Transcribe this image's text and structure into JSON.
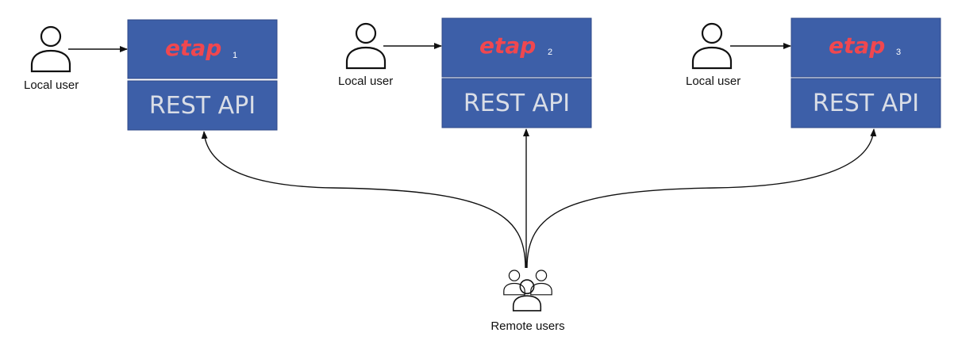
{
  "colors": {
    "box_fill": "#3d5fa8",
    "brand": "#f0474f",
    "api_text": "#d9dde6",
    "line": "#111111"
  },
  "nodes": [
    {
      "brand": "etap",
      "index": "1",
      "api_label": "REST API",
      "user_label": "Local user",
      "user_icon": "person-icon"
    },
    {
      "brand": "etap",
      "index": "2",
      "api_label": "REST API",
      "user_label": "Local user",
      "user_icon": "person-icon"
    },
    {
      "brand": "etap",
      "index": "3",
      "api_label": "REST API",
      "user_label": "Local user",
      "user_icon": "person-icon"
    }
  ],
  "remote": {
    "label": "Remote users",
    "icon": "users-group-icon"
  }
}
